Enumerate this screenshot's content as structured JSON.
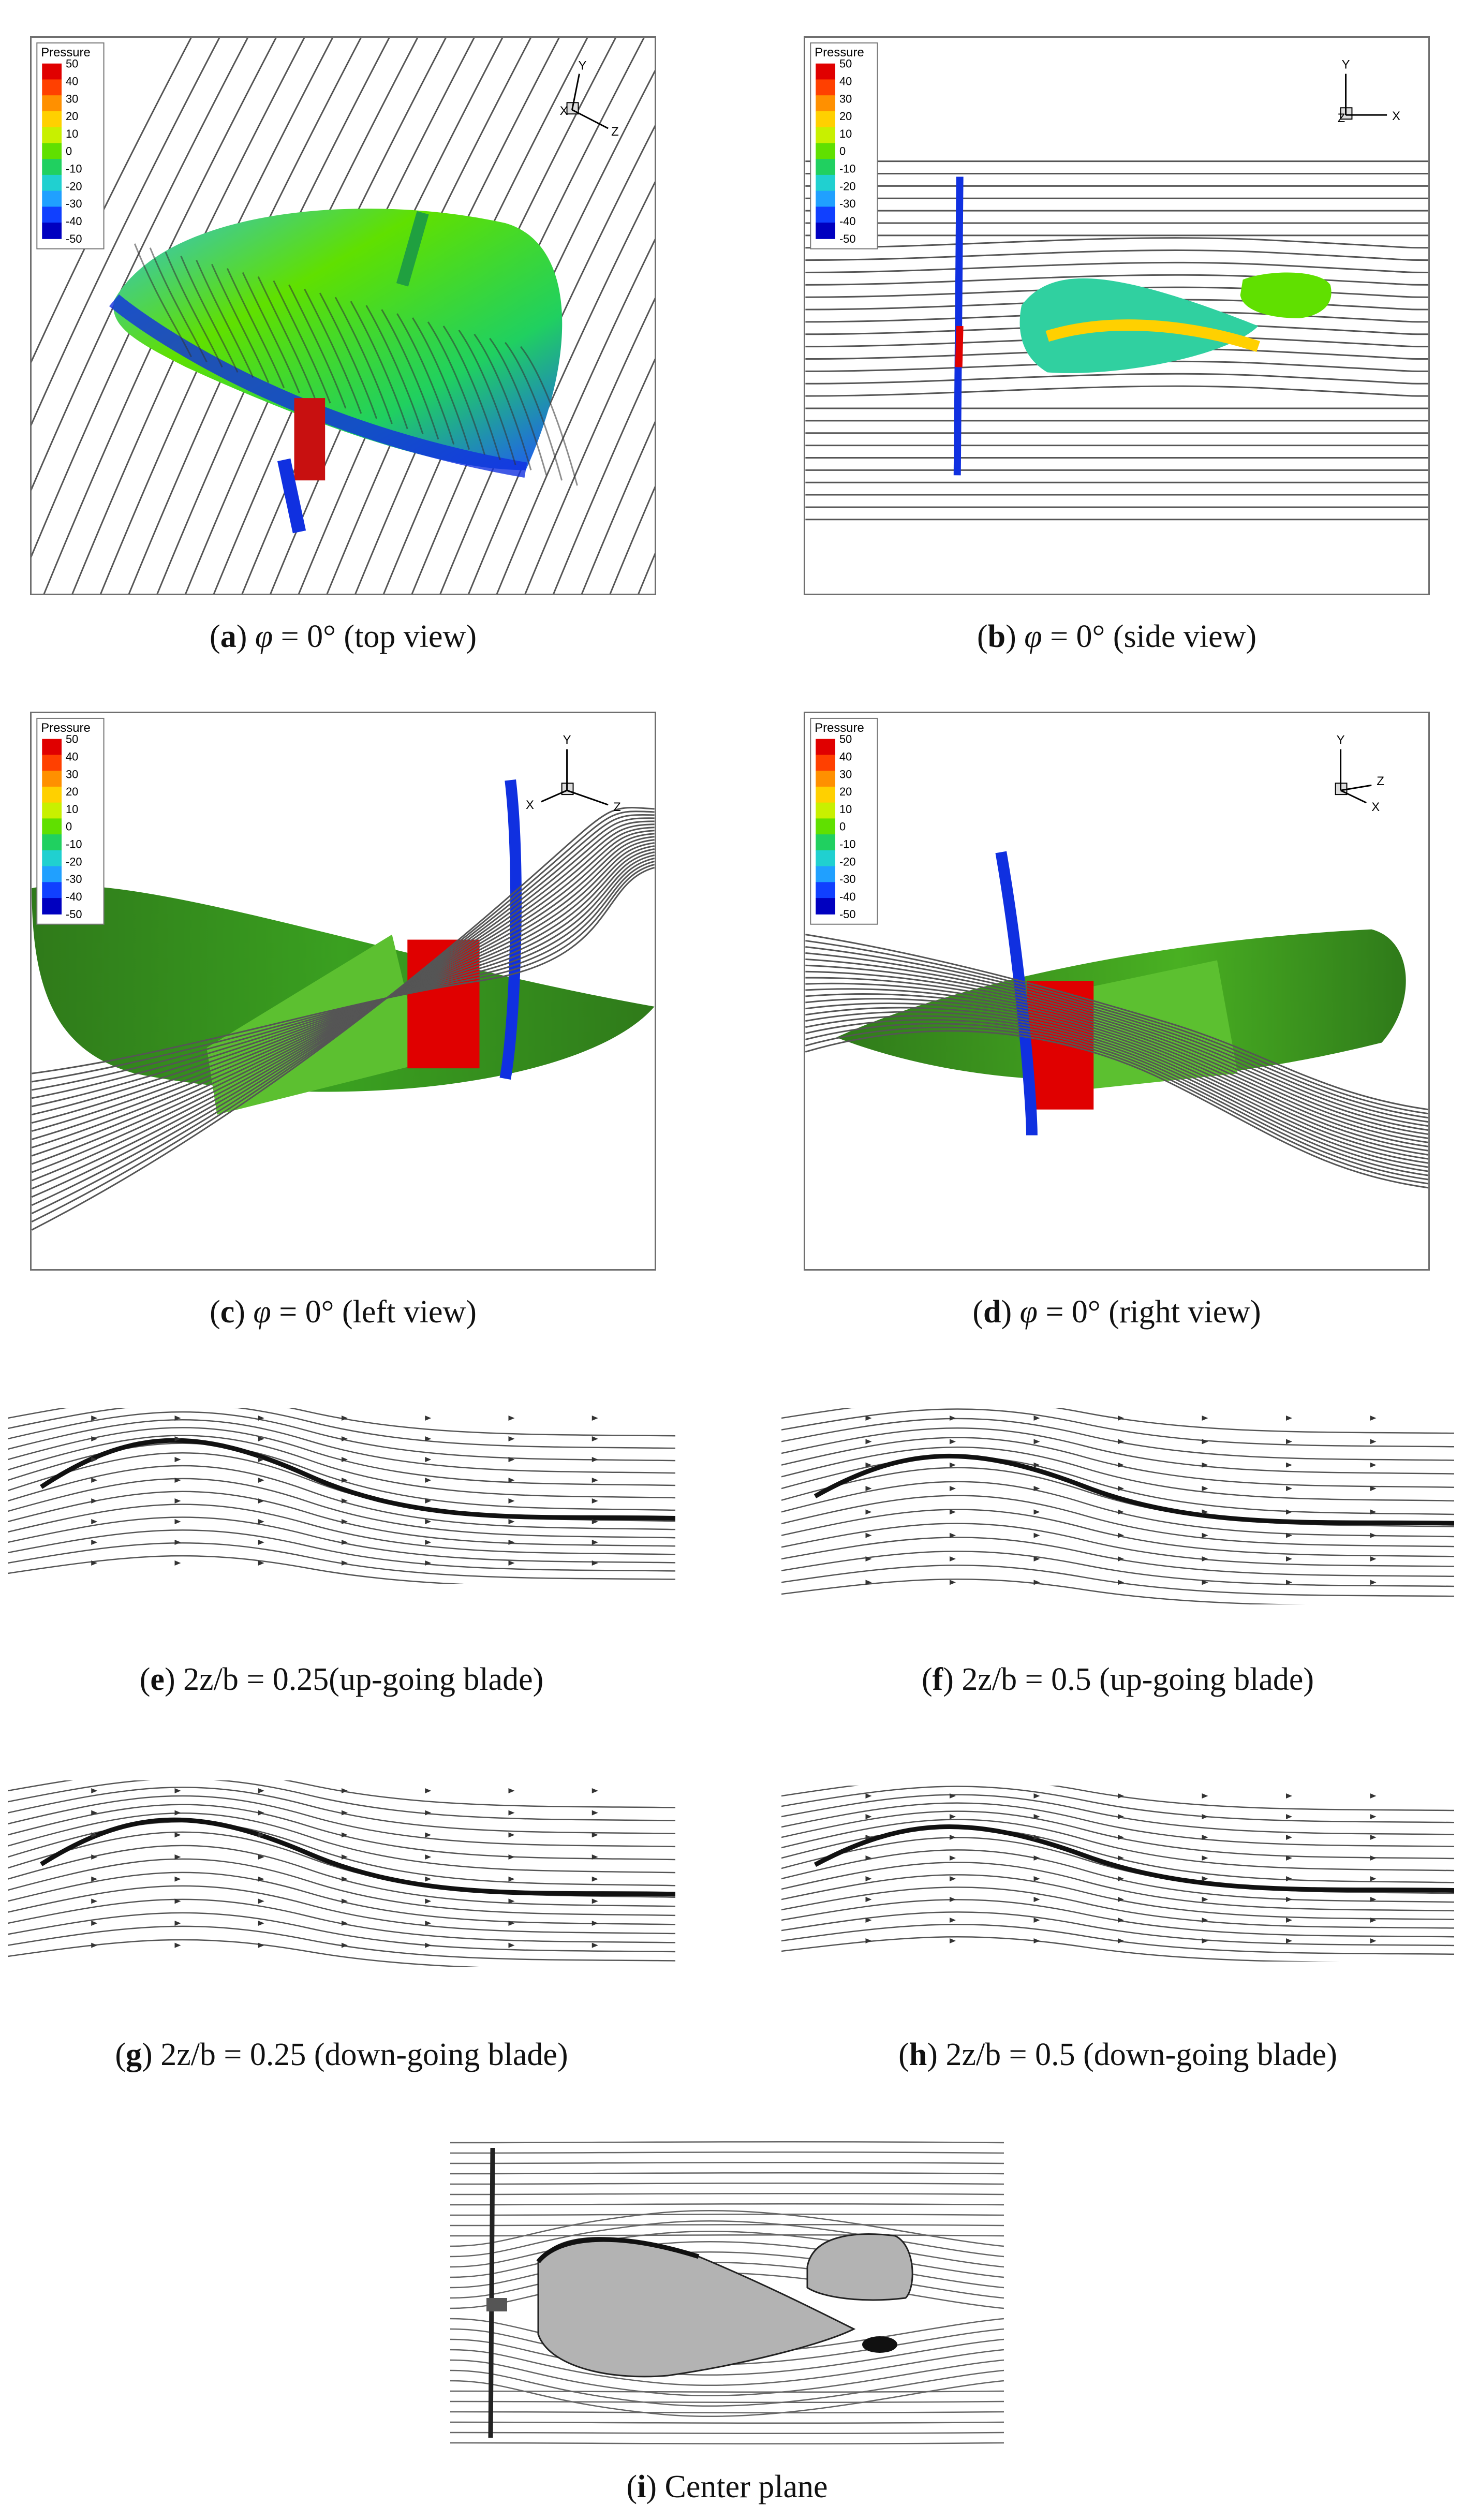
{
  "legend": {
    "title": "Pressure",
    "ticks": [
      "50",
      "40",
      "30",
      "20",
      "10",
      "0",
      "-10",
      "-20",
      "-30",
      "-40",
      "-50"
    ],
    "colors": [
      "#e00000",
      "#ff4000",
      "#ff9000",
      "#ffd000",
      "#c8f000",
      "#60e000",
      "#20d060",
      "#20d0d0",
      "#20a0ff",
      "#1040ff",
      "#0000c0"
    ]
  },
  "axes": {
    "x": "X",
    "y": "Y",
    "z": "Z"
  },
  "colors": {
    "frame": "#6f6f6f",
    "streamline": "#555555",
    "body_gray": "#b3b3b3"
  },
  "panels": [
    {
      "id": "a",
      "caption_letter": "a",
      "caption_symbol": "φ",
      "caption_value": "= 0°",
      "caption_text": "(top view)"
    },
    {
      "id": "b",
      "caption_letter": "b",
      "caption_symbol": "φ",
      "caption_value": "= 0°",
      "caption_text": "(side view)"
    },
    {
      "id": "c",
      "caption_letter": "c",
      "caption_symbol": "φ",
      "caption_value": "= 0°",
      "caption_text": "(left view)"
    },
    {
      "id": "d",
      "caption_letter": "d",
      "caption_symbol": "φ",
      "caption_value": "= 0°",
      "caption_text": "(right view)"
    },
    {
      "id": "e",
      "caption_letter": "e",
      "caption_text": "2z/b = 0.25(up-going blade)"
    },
    {
      "id": "f",
      "caption_letter": "f",
      "caption_text": "2z/b = 0.5 (up-going blade)"
    },
    {
      "id": "g",
      "caption_letter": "g",
      "caption_text": "2z/b = 0.25 (down-going blade)"
    },
    {
      "id": "h",
      "caption_letter": "h",
      "caption_text": "2z/b = 0.5 (down-going blade)"
    },
    {
      "id": "i",
      "caption_letter": "i",
      "caption_text": "Center plane"
    }
  ]
}
